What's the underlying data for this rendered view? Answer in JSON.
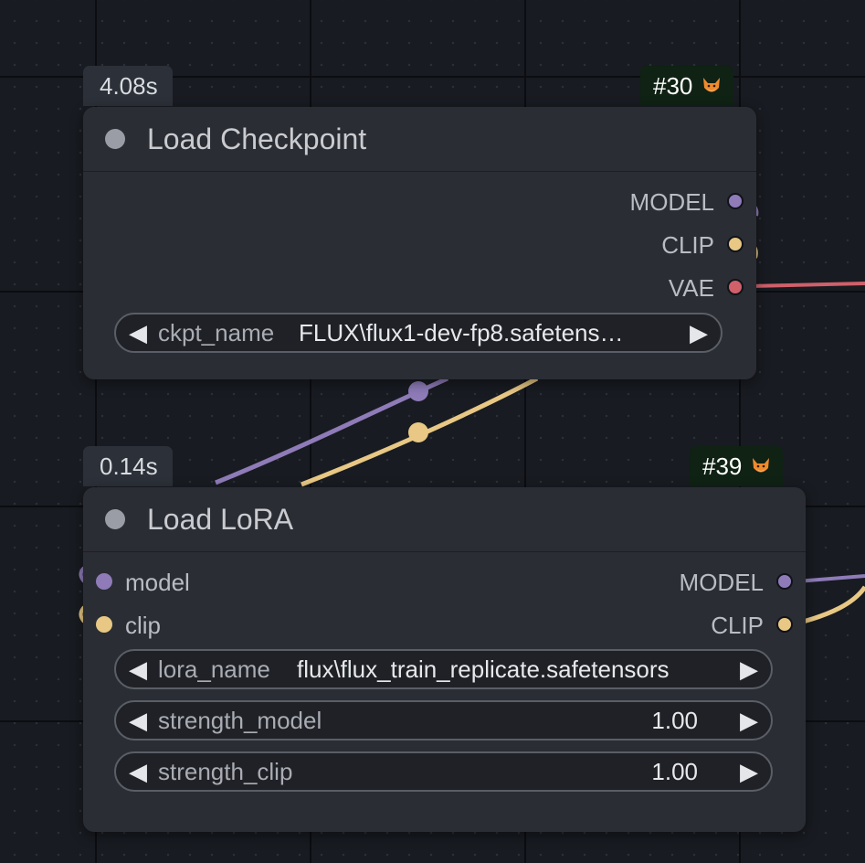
{
  "nodes": [
    {
      "id": "#30",
      "time": "4.08s",
      "title": "Load Checkpoint",
      "outputs": [
        "MODEL",
        "CLIP",
        "VAE"
      ],
      "widgets": [
        {
          "name": "ckpt_name",
          "value": "FLUX\\flux1-dev-fp8.safetens…"
        }
      ]
    },
    {
      "id": "#39",
      "time": "0.14s",
      "title": "Load LoRA",
      "inputs": [
        "model",
        "clip"
      ],
      "outputs": [
        "MODEL",
        "CLIP"
      ],
      "widgets": [
        {
          "name": "lora_name",
          "value": "flux\\flux_train_replicate.safetensors"
        },
        {
          "name": "strength_model",
          "value": "1.00"
        },
        {
          "name": "strength_clip",
          "value": "1.00"
        }
      ]
    }
  ],
  "icons": {
    "badge": "fox-icon",
    "arrow_left": "triangle-left-icon",
    "arrow_right": "triangle-right-icon"
  },
  "colors": {
    "canvas_bg": "#181b21",
    "node_bg": "#2a2d33",
    "model_slot": "#8e7bb8",
    "clip_slot": "#e8c884",
    "vae_slot": "#d0606a",
    "id_badge_bg": "#0f2214"
  }
}
